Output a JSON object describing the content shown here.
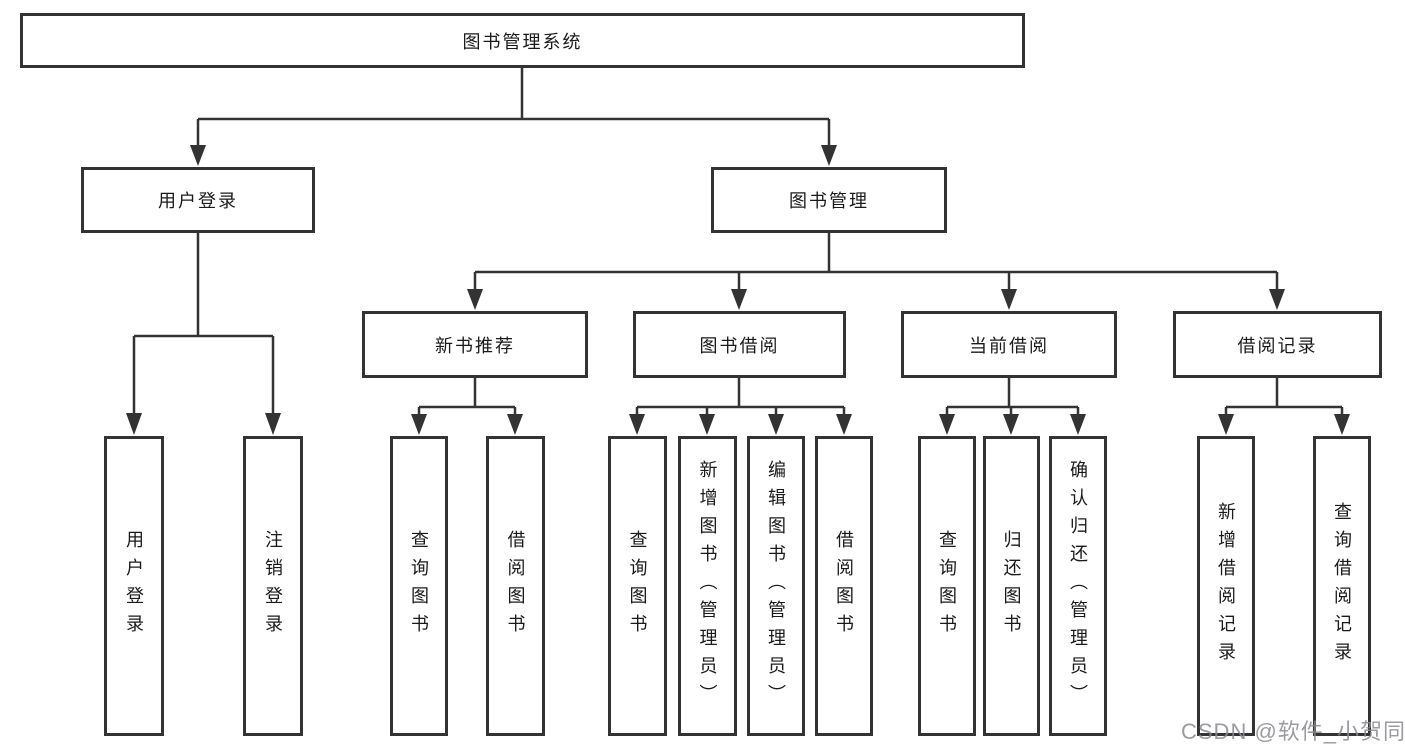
{
  "diagram": {
    "root": "图书管理系统",
    "level2": {
      "user_login": "用户登录",
      "book_management": "图书管理"
    },
    "level3": {
      "new_books": "新书推荐",
      "borrowing": "图书借阅",
      "current": "当前借阅",
      "records": "借阅记录"
    },
    "leaves": {
      "user_login": [
        "用户登录",
        "注销登录"
      ],
      "new_books": [
        "查询图书",
        "借阅图书"
      ],
      "borrowing": [
        "查询图书",
        "新增图书（管理员）",
        "编辑图书（管理员）",
        "借阅图书"
      ],
      "current": [
        "查询图书",
        "归还图书",
        "确认归还（管理员）"
      ],
      "records": [
        "新增借阅记录",
        "查询借阅记录"
      ]
    },
    "watermark": "CSDN @软件_小贺同学",
    "colors": {
      "line": "#333333",
      "text": "#1a1a1a",
      "watermark": "#8a8a92",
      "background": "#ffffff"
    }
  }
}
